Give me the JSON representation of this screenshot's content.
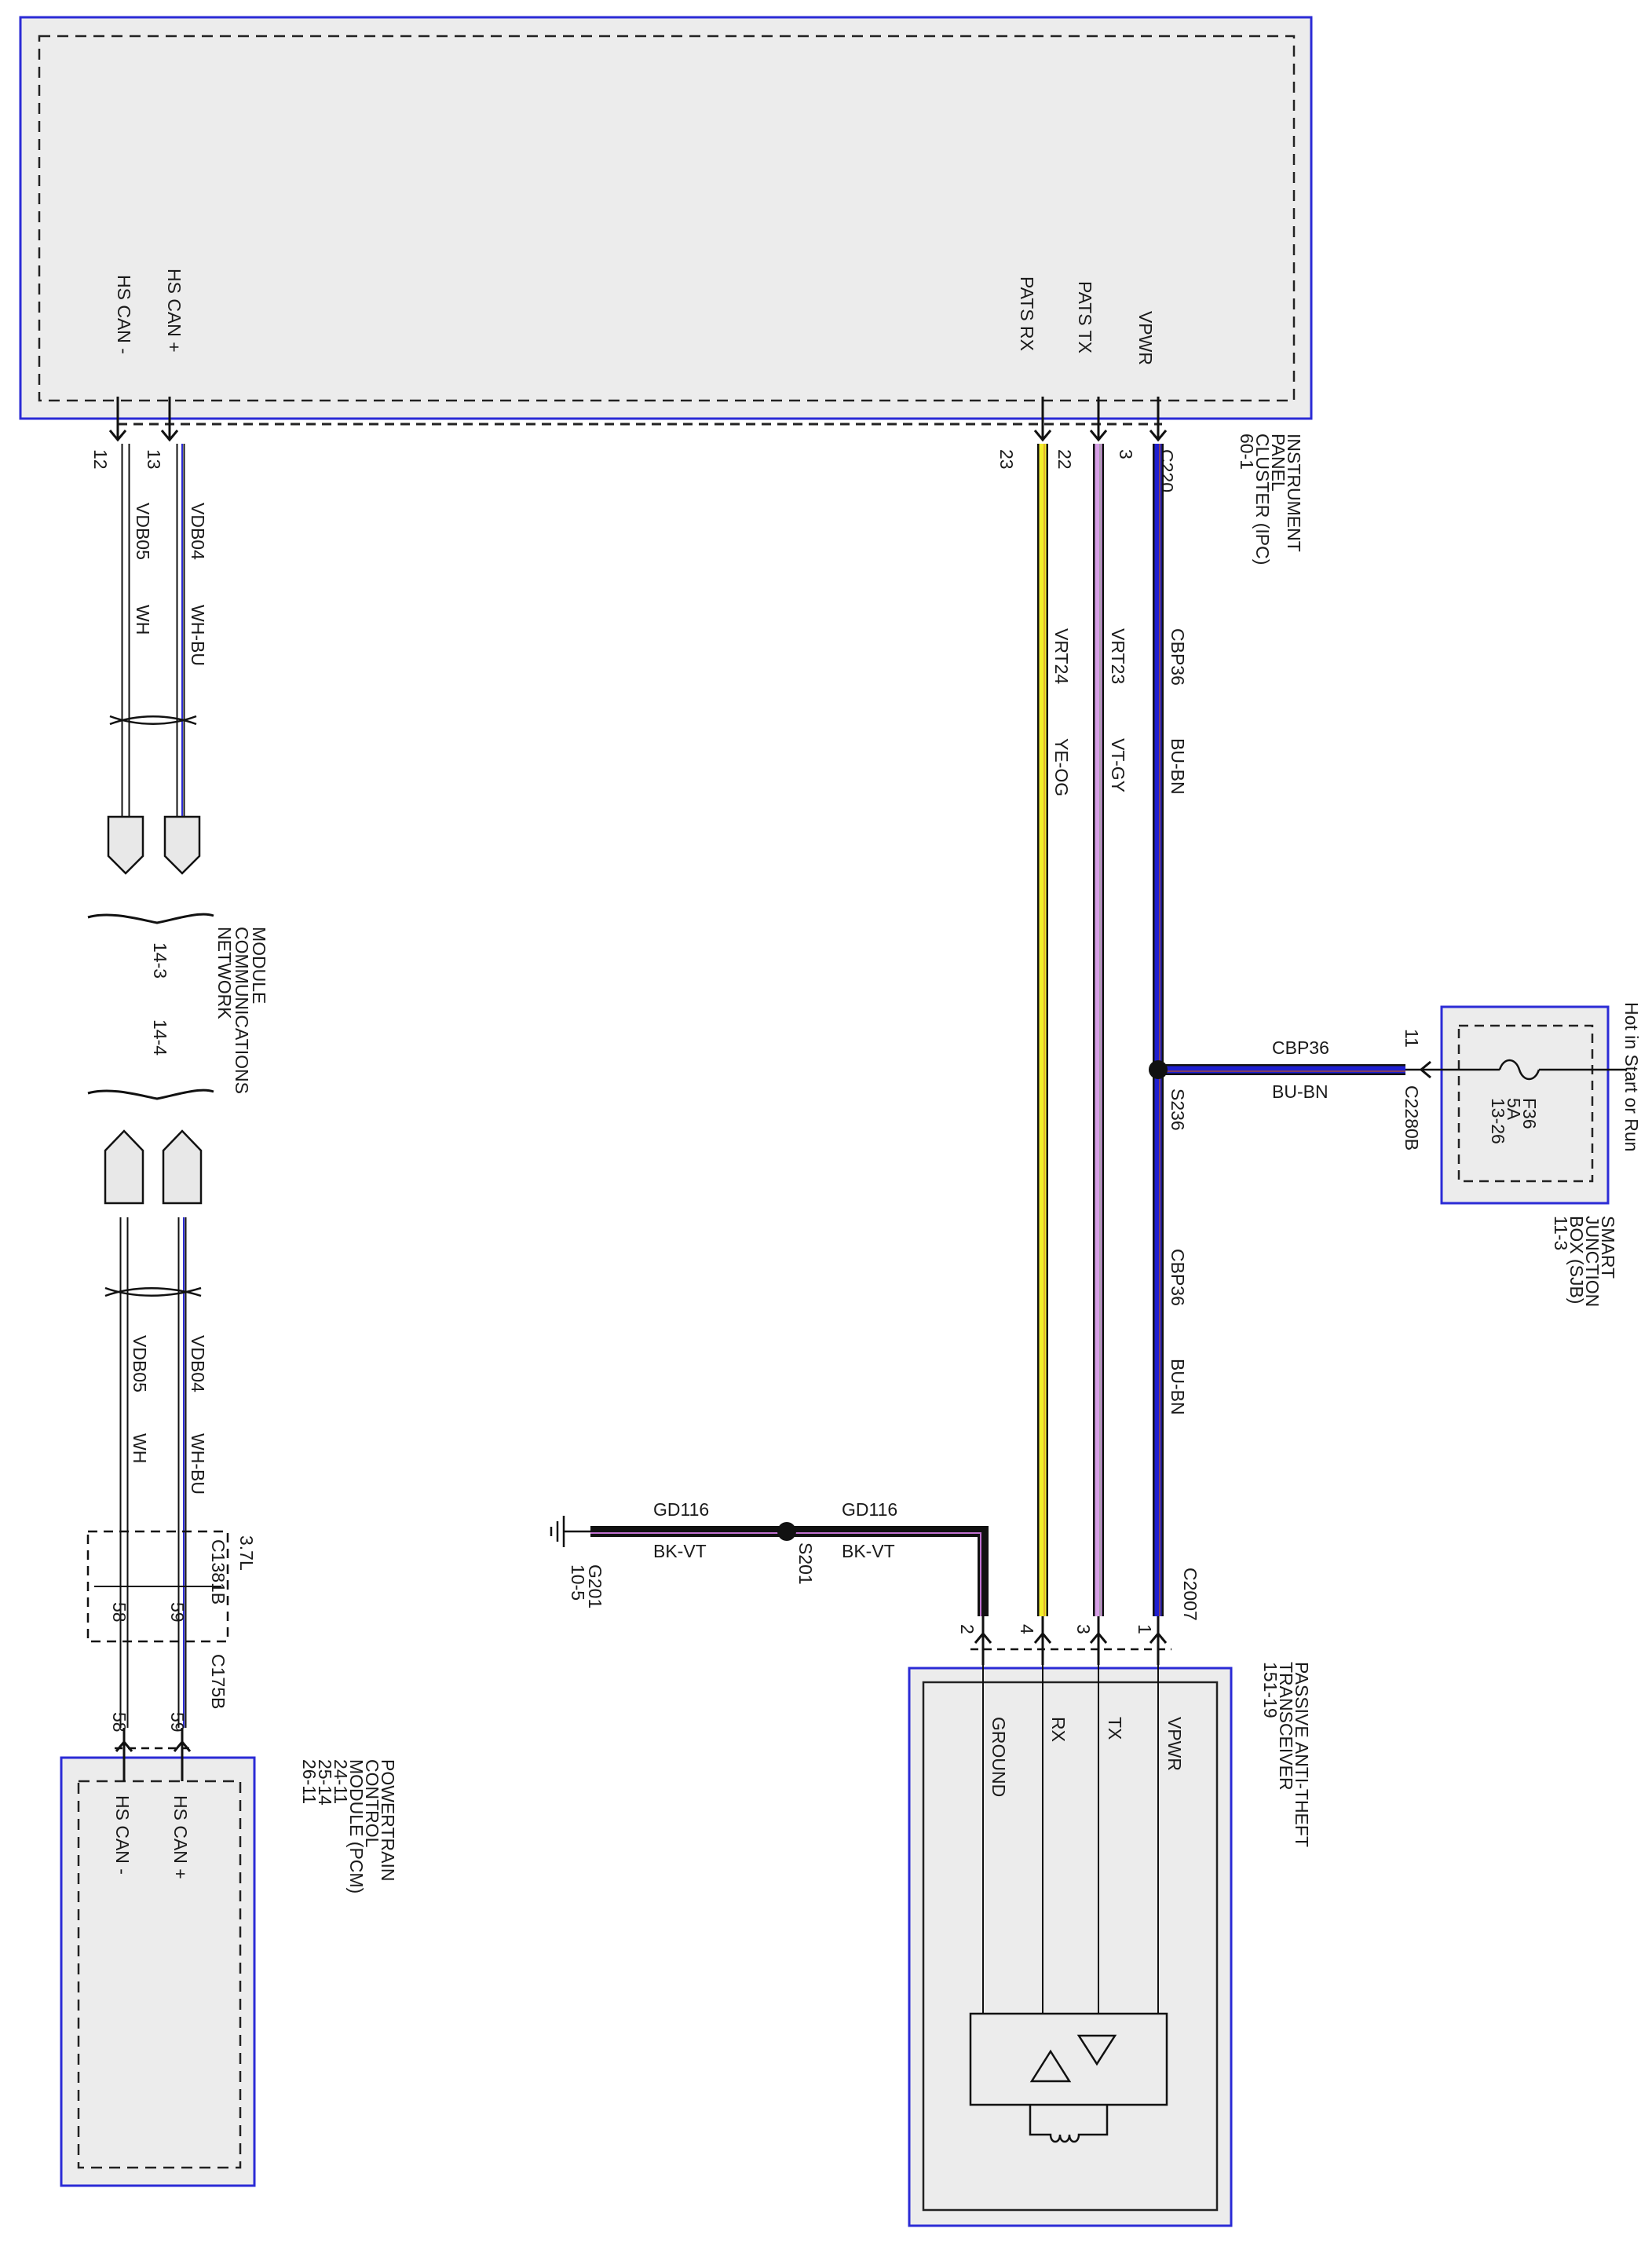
{
  "modules": {
    "ipc": {
      "name_lines": [
        "INSTRUMENT",
        "PANEL",
        "CLUSTER (IPC)",
        "60-1"
      ],
      "connector": "C220",
      "pins": {
        "hs_can_minus": {
          "label": "HS CAN -",
          "number": "12"
        },
        "hs_can_plus": {
          "label": "HS CAN +",
          "number": "13"
        },
        "pats_rx": {
          "label": "PATS RX",
          "number": "23"
        },
        "pats_tx": {
          "label": "PATS TX",
          "number": "22"
        },
        "vpwr": {
          "label": "VPWR",
          "number": "3"
        }
      }
    },
    "sjb": {
      "name_lines": [
        "SMART",
        "JUNCTION",
        "BOX (SJB)",
        "11-3"
      ],
      "supply": "Hot in Start or Run",
      "fuse_lines": [
        "F36",
        "5A",
        "13-26"
      ],
      "connector": "C2280B",
      "pin": "11"
    },
    "pcm": {
      "name_lines": [
        "POWERTRAIN",
        "CONTROL",
        "MODULE (PCM)",
        "24-11",
        "25-14",
        "26-11"
      ],
      "pins": {
        "hs_can_minus": {
          "label": "HS CAN -",
          "number": "58"
        },
        "hs_can_plus": {
          "label": "HS CAN +",
          "number": "59"
        }
      },
      "connector": "C175B"
    },
    "pats": {
      "name_lines": [
        "PASSIVE ANTI-THEFT",
        "TRANSCEIVER",
        "151-19"
      ],
      "connector": "C2007",
      "pins": {
        "vpwr": {
          "label": "VPWR",
          "number": "1"
        },
        "tx": {
          "label": "TX",
          "number": "3"
        },
        "rx": {
          "label": "RX",
          "number": "4"
        },
        "ground": {
          "label": "GROUND",
          "number": "2"
        }
      }
    }
  },
  "inline_connector": {
    "engine": "3.7L",
    "name": "C1381B",
    "pin_plus": "59",
    "pin_minus": "58"
  },
  "network": {
    "name_lines": [
      "MODULE",
      "COMMUNICATIONS",
      "NETWORK"
    ],
    "ref_top": "14-3",
    "ref_bottom": "14-4"
  },
  "circuits": {
    "vdb04": {
      "name": "VDB04",
      "color": "WH-BU"
    },
    "vdb05": {
      "name": "VDB05",
      "color": "WH"
    },
    "vrt24": {
      "name": "VRT24",
      "color": "YE-OG"
    },
    "vrt23": {
      "name": "VRT23",
      "color": "VT-GY"
    },
    "cbp36": {
      "name": "CBP36",
      "color": "BU-BN"
    },
    "gd116": {
      "name": "GD116",
      "color": "BK-VT"
    }
  },
  "splices": {
    "s236": "S236",
    "s201": "S201"
  },
  "ground": {
    "name": "G201",
    "ref": "10-5"
  },
  "colors": {
    "module_border": "#2b2bd6",
    "module_fill": "#ececec",
    "wire_blue": "#1f1fd0",
    "wire_violet": "#d8a0e8",
    "wire_yellow": "#f2ef2a",
    "wire_black": "#111111",
    "wire_white": "#ffffff"
  }
}
